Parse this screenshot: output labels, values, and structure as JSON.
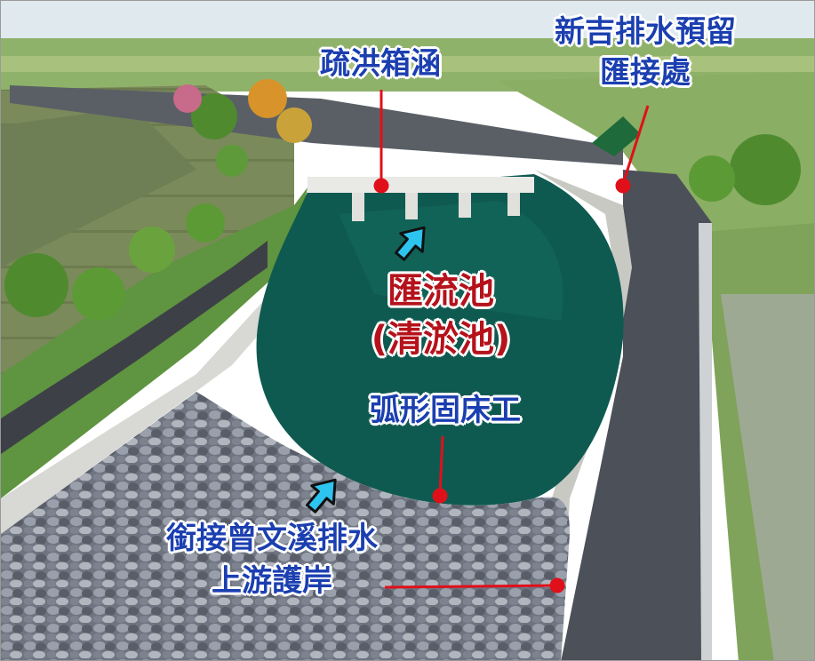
{
  "labels": {
    "box_culvert": "疏洪箱涵",
    "reserved_connection_line1": "新吉排水預留",
    "reserved_connection_line2": "匯接處",
    "pool_line1": "匯流池",
    "pool_line2": "(清淤池)",
    "arc_sill": "弧形固床工",
    "revetment_line1": "銜接曾文溪排水",
    "revetment_line2": "上游護岸"
  },
  "colors": {
    "label_blue": "#1b3fb0",
    "label_red": "#b5121b",
    "leader_line": "#e0101a",
    "flow_arrow": "#2ec4f0",
    "water": "#0f5a50"
  },
  "icons": [
    "flow-arrow-icon",
    "flow-arrow-icon"
  ]
}
